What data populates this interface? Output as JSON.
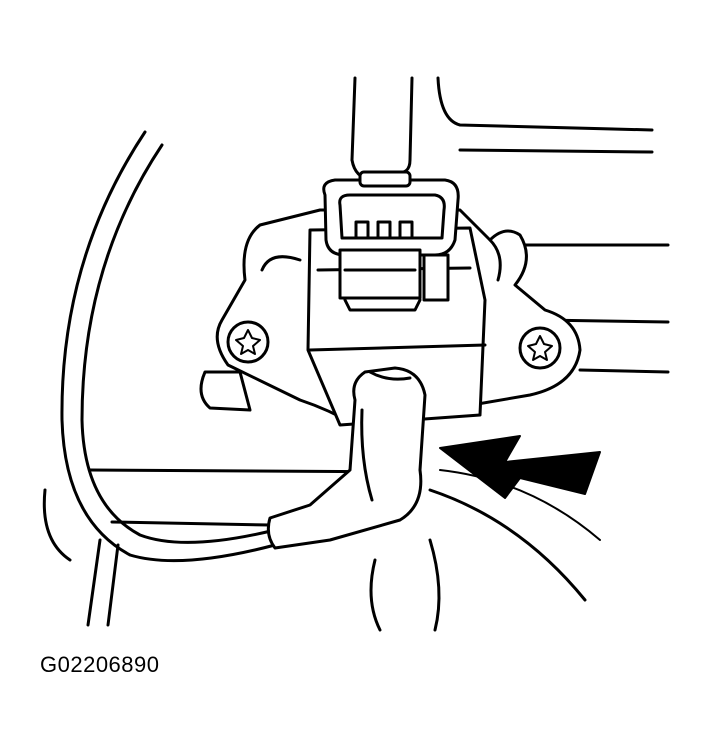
{
  "figure": {
    "code": "G02206890"
  },
  "colors": {
    "ink": "#000000",
    "paper": "#ffffff"
  },
  "callouts": [
    {
      "name": "arrow-pointer",
      "points_to": "sensor-body"
    }
  ]
}
